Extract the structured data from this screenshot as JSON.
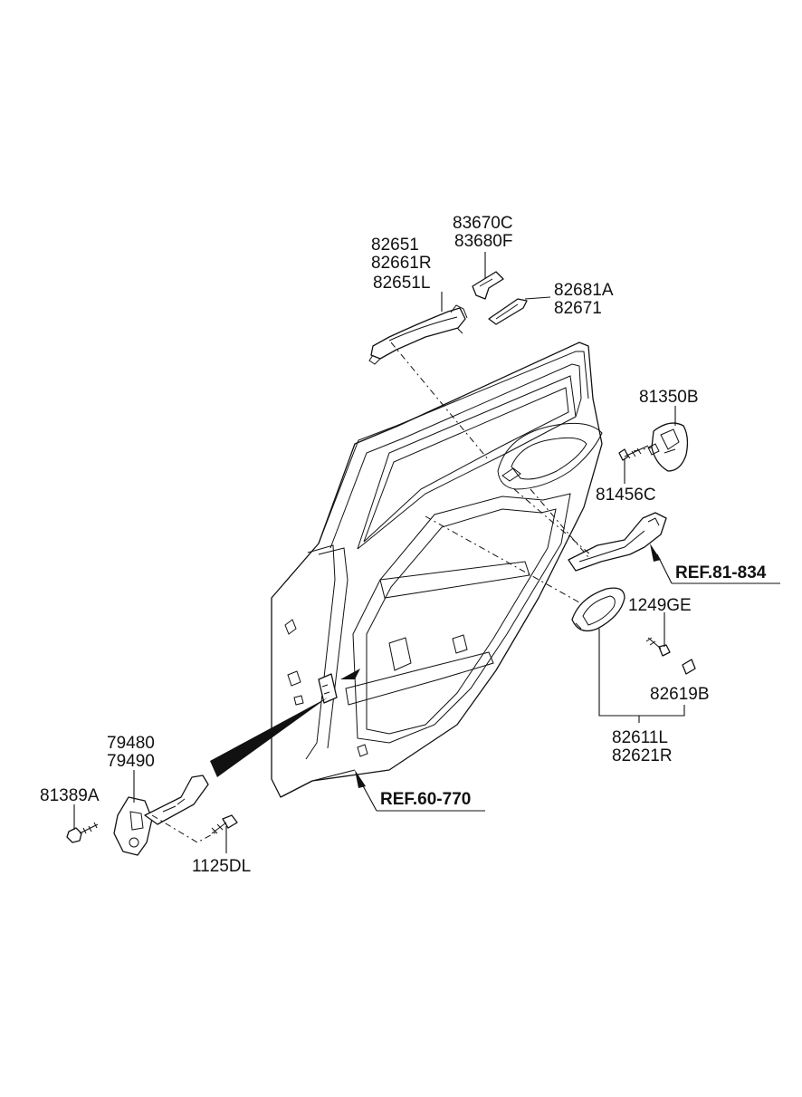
{
  "callouts": {
    "outer_handle": [
      "82651",
      "82661R",
      "82651L"
    ],
    "handle_cover": [
      "83670C",
      "83680F"
    ],
    "handle_cap": [
      "82681A",
      "82671"
    ],
    "latch_cover": "81350B",
    "latch_screw": "81456C",
    "ref_81": "REF.81-834",
    "inner_bolt": "1249GE",
    "inner_cap": "82619B",
    "inner_handle": [
      "82611L",
      "82621R"
    ],
    "ref_60": "REF.60-770",
    "checker": [
      "79480",
      "79490"
    ],
    "checker_bolt": "81389A",
    "checker_screw": "1125DL"
  },
  "colors": {
    "line": "#111111",
    "fill": "#ffffff"
  }
}
